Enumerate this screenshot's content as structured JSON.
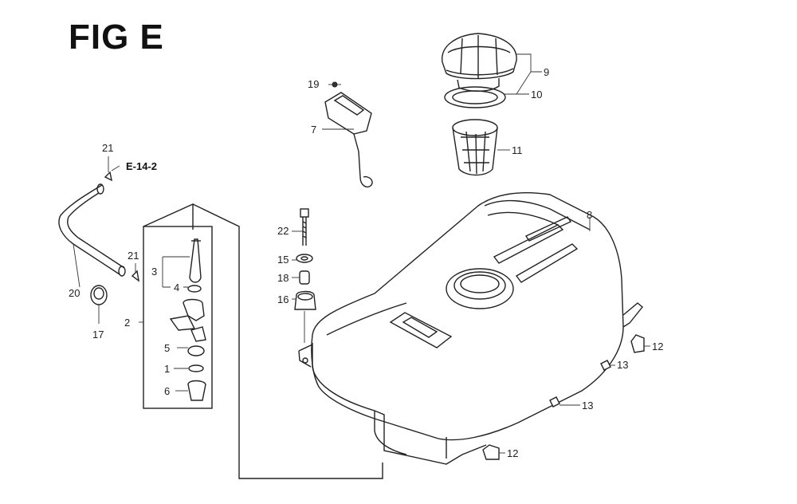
{
  "figure": {
    "title": "FIG E"
  },
  "reference": {
    "label": "E-14-2"
  },
  "callouts": {
    "n1": "1",
    "n2": "2",
    "n3": "3",
    "n4": "4",
    "n5": "5",
    "n6": "6",
    "n7": "7",
    "n8": "8",
    "n9": "9",
    "n10": "10",
    "n11": "11",
    "n12a": "12",
    "n12b": "12",
    "n13a": "13",
    "n13b": "13",
    "n15": "15",
    "n16": "16",
    "n17": "17",
    "n18": "18",
    "n19": "19",
    "n20": "20",
    "n21a": "21",
    "n21b": "21",
    "n22": "22"
  }
}
